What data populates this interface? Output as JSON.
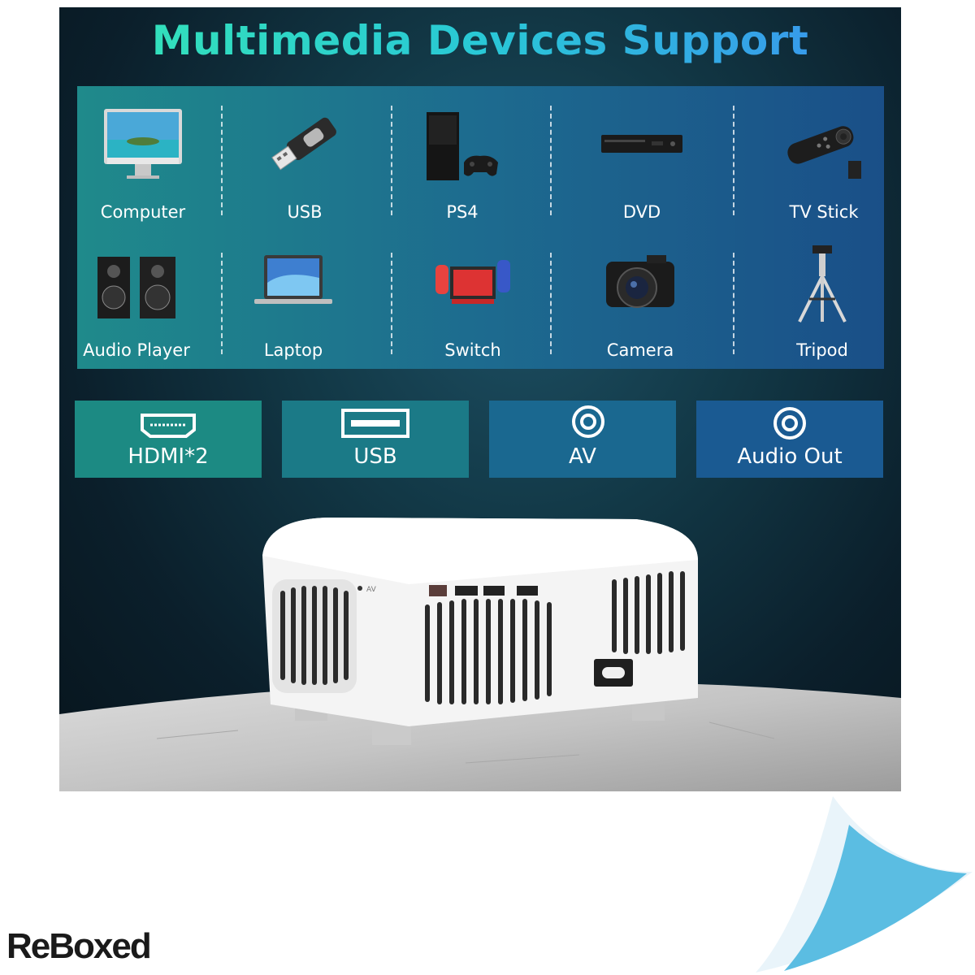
{
  "title": "Multimedia Devices Support",
  "devices_row1": [
    {
      "label": "Computer",
      "icon": "computer-icon"
    },
    {
      "label": "USB",
      "icon": "usb-drive-icon"
    },
    {
      "label": "PS4",
      "icon": "ps4-console-icon"
    },
    {
      "label": "DVD",
      "icon": "dvd-player-icon"
    },
    {
      "label": "TV Stick",
      "icon": "tv-stick-remote-icon"
    }
  ],
  "devices_row2": [
    {
      "label": "Audio Player",
      "icon": "speakers-icon"
    },
    {
      "label": "Laptop",
      "icon": "laptop-icon"
    },
    {
      "label": "Switch",
      "icon": "switch-console-icon"
    },
    {
      "label": "Camera",
      "icon": "camera-icon"
    },
    {
      "label": "Tripod",
      "icon": "tripod-icon"
    }
  ],
  "ports": [
    {
      "label": "HDMI*2",
      "icon": "hdmi-port-icon"
    },
    {
      "label": "USB",
      "icon": "usb-port-icon"
    },
    {
      "label": "AV",
      "icon": "av-port-icon"
    },
    {
      "label": "Audio Out",
      "icon": "audio-out-port-icon"
    }
  ],
  "projector_port_label": "AV",
  "brand": "ReBoxed",
  "colors": {
    "title_gradient": [
      "#35e6b4",
      "#3b8ff0"
    ],
    "port_teal": "#1c8b86",
    "port_blue": "#1a5a92"
  }
}
